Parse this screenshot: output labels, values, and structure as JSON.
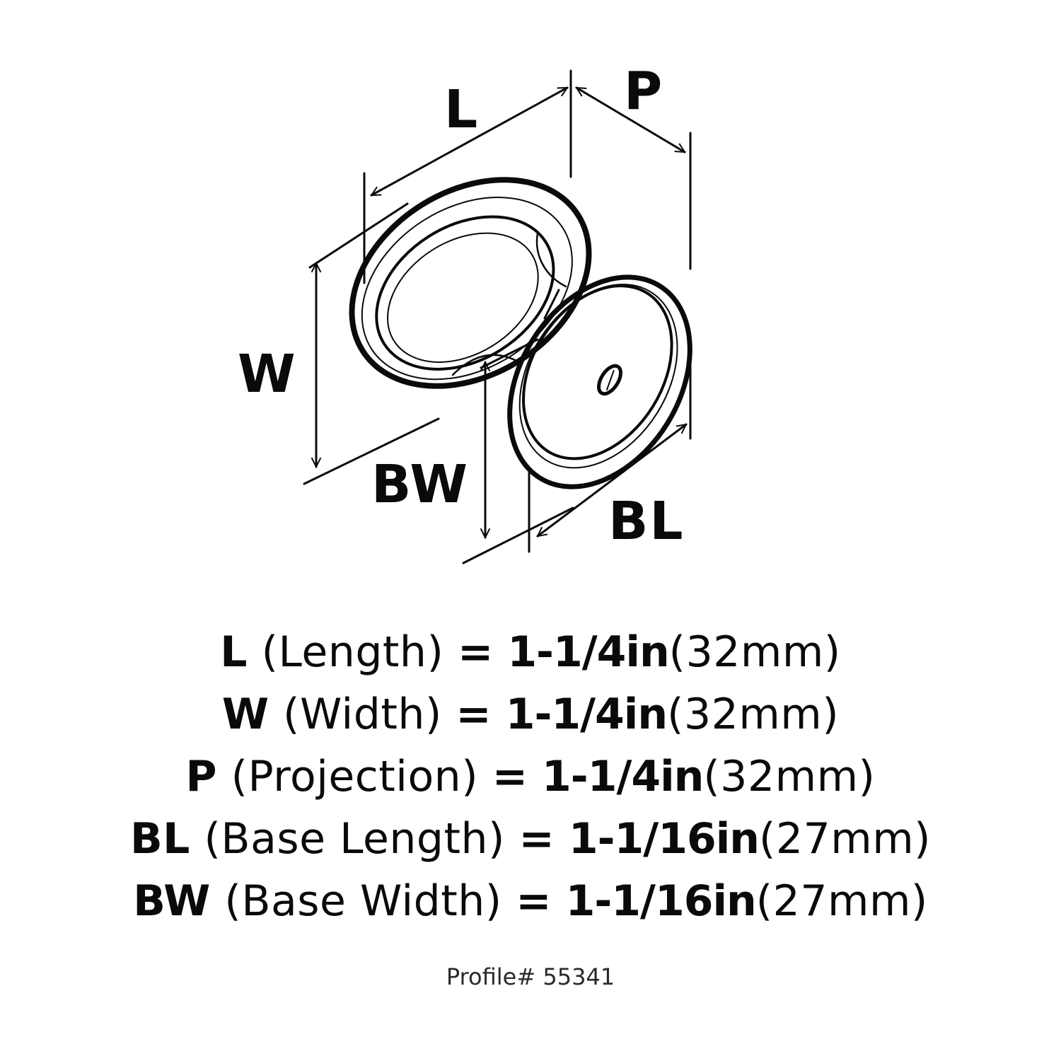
{
  "diagram": {
    "labels": {
      "L": "L",
      "P": "P",
      "W": "W",
      "BW": "BW",
      "BL": "BL"
    },
    "stroke_color": "#0a0a0a",
    "background": "#ffffff"
  },
  "specs": [
    {
      "abbr": "L",
      "name": "(Length)",
      "eq": "=",
      "inch": "1-1/4in",
      "mm": "(32mm)"
    },
    {
      "abbr": "W",
      "name": "(Width)",
      "eq": "=",
      "inch": "1-1/4in",
      "mm": "(32mm)"
    },
    {
      "abbr": "P",
      "name": "(Projection)",
      "eq": "=",
      "inch": "1-1/4in",
      "mm": "(32mm)"
    },
    {
      "abbr": "BL",
      "name": "(Base Length)",
      "eq": "=",
      "inch": "1-1/16in",
      "mm": "(27mm)"
    },
    {
      "abbr": "BW",
      "name": "(Base Width)",
      "eq": "=",
      "inch": "1-1/16in",
      "mm": "(27mm)"
    }
  ],
  "footer": {
    "profile": "Profile# 55341"
  }
}
